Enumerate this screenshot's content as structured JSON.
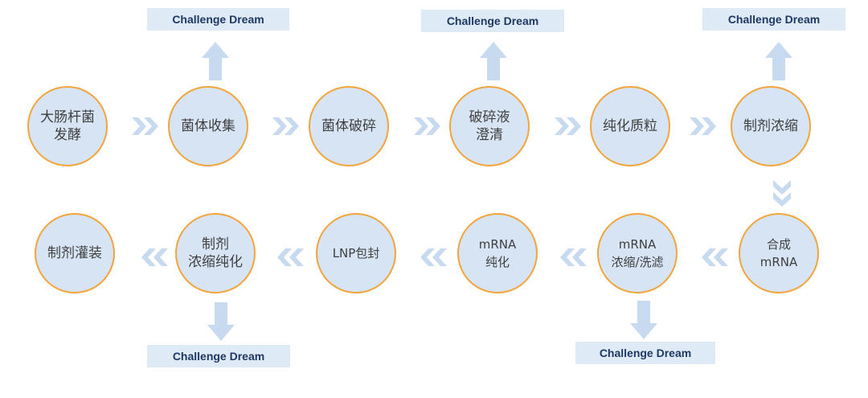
{
  "colors": {
    "node_fill": "#d6e4f4",
    "node_border": "#f3a53c",
    "label_fill": "#deeaf6",
    "label_text": "#1f3864",
    "chevron": "#c8daf0",
    "arrow": "#c8daf0",
    "node_text": "#404040"
  },
  "nodes": [
    {
      "id": "n1",
      "text": "大肠杆菌\n发酵"
    },
    {
      "id": "n2",
      "text": "菌体收集"
    },
    {
      "id": "n3",
      "text": "菌体破碎"
    },
    {
      "id": "n4",
      "text": "破碎液\n澄清"
    },
    {
      "id": "n5",
      "text": "纯化质粒"
    },
    {
      "id": "n6",
      "text": "制剂浓缩"
    },
    {
      "id": "n7",
      "text": "合成\nmRNA"
    },
    {
      "id": "n8",
      "text": "mRNA\n浓缩/洗滤"
    },
    {
      "id": "n9",
      "text": "mRNA\n纯化"
    },
    {
      "id": "n10",
      "text": "LNP包封"
    },
    {
      "id": "n11",
      "text": "制剂\n浓缩纯化"
    },
    {
      "id": "n12",
      "text": "制剂灌装"
    }
  ],
  "labels": [
    {
      "id": "l1",
      "text": "Challenge Dream"
    },
    {
      "id": "l2",
      "text": "Challenge Dream"
    },
    {
      "id": "l3",
      "text": "Challenge Dream"
    },
    {
      "id": "l4",
      "text": "Challenge Dream"
    },
    {
      "id": "l5",
      "text": "Challenge Dream"
    }
  ]
}
